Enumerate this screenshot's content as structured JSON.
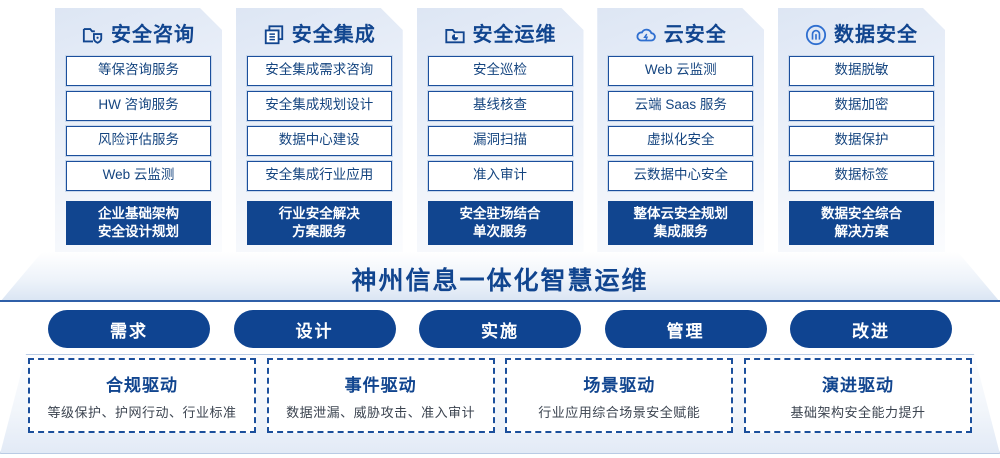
{
  "columns": [
    {
      "icon": "folder-shield-icon",
      "title": "安全咨询",
      "items": [
        "等保咨询服务",
        "HW 咨询服务",
        "风险评估服务",
        "Web 云监测"
      ],
      "highlight": [
        "企业基础架构",
        "安全设计规划"
      ]
    },
    {
      "icon": "layers-stack-icon",
      "title": "安全集成",
      "items": [
        "安全集成需求咨询",
        "安全集成规划设计",
        "数据中心建设",
        "安全集成行业应用"
      ],
      "highlight": [
        "行业安全解决",
        "方案服务"
      ]
    },
    {
      "icon": "folder-chart-icon",
      "title": "安全运维",
      "items": [
        "安全巡检",
        "基线核查",
        "漏洞扫描",
        "准入审计"
      ],
      "highlight": [
        "安全驻场结合",
        "单次服务"
      ]
    },
    {
      "icon": "cloud-icon",
      "title": "云安全",
      "items": [
        "Web 云监测",
        "云端 Saas 服务",
        "虚拟化安全",
        "云数据中心安全"
      ],
      "highlight": [
        "整体云安全规划",
        "集成服务"
      ]
    },
    {
      "icon": "fingerprint-icon",
      "title": "数据安全",
      "items": [
        "数据脱敏",
        "数据加密",
        "数据保护",
        "数据标签"
      ],
      "highlight": [
        "数据安全综合",
        "解决方案"
      ]
    }
  ],
  "banner": {
    "text": "神州信息一体化智慧运维"
  },
  "pills": [
    {
      "label": "需求"
    },
    {
      "label": "设计"
    },
    {
      "label": "实施"
    },
    {
      "label": "管理"
    },
    {
      "label": "改进"
    }
  ],
  "drivers": [
    {
      "title": "合规驱动",
      "sub": "等级保护、护网行动、行业标准"
    },
    {
      "title": "事件驱动",
      "sub": "数据泄漏、威胁攻击、准入审计"
    },
    {
      "title": "场景驱动",
      "sub": "行业应用综合场景安全赋能"
    },
    {
      "title": "演进驱动",
      "sub": "基础架构安全能力提升"
    }
  ],
  "colors": {
    "brand_blue": "#11458f",
    "pill_blue": "#0f4491",
    "border_blue": "#1b4f9c",
    "text_blue": "#14447f"
  }
}
